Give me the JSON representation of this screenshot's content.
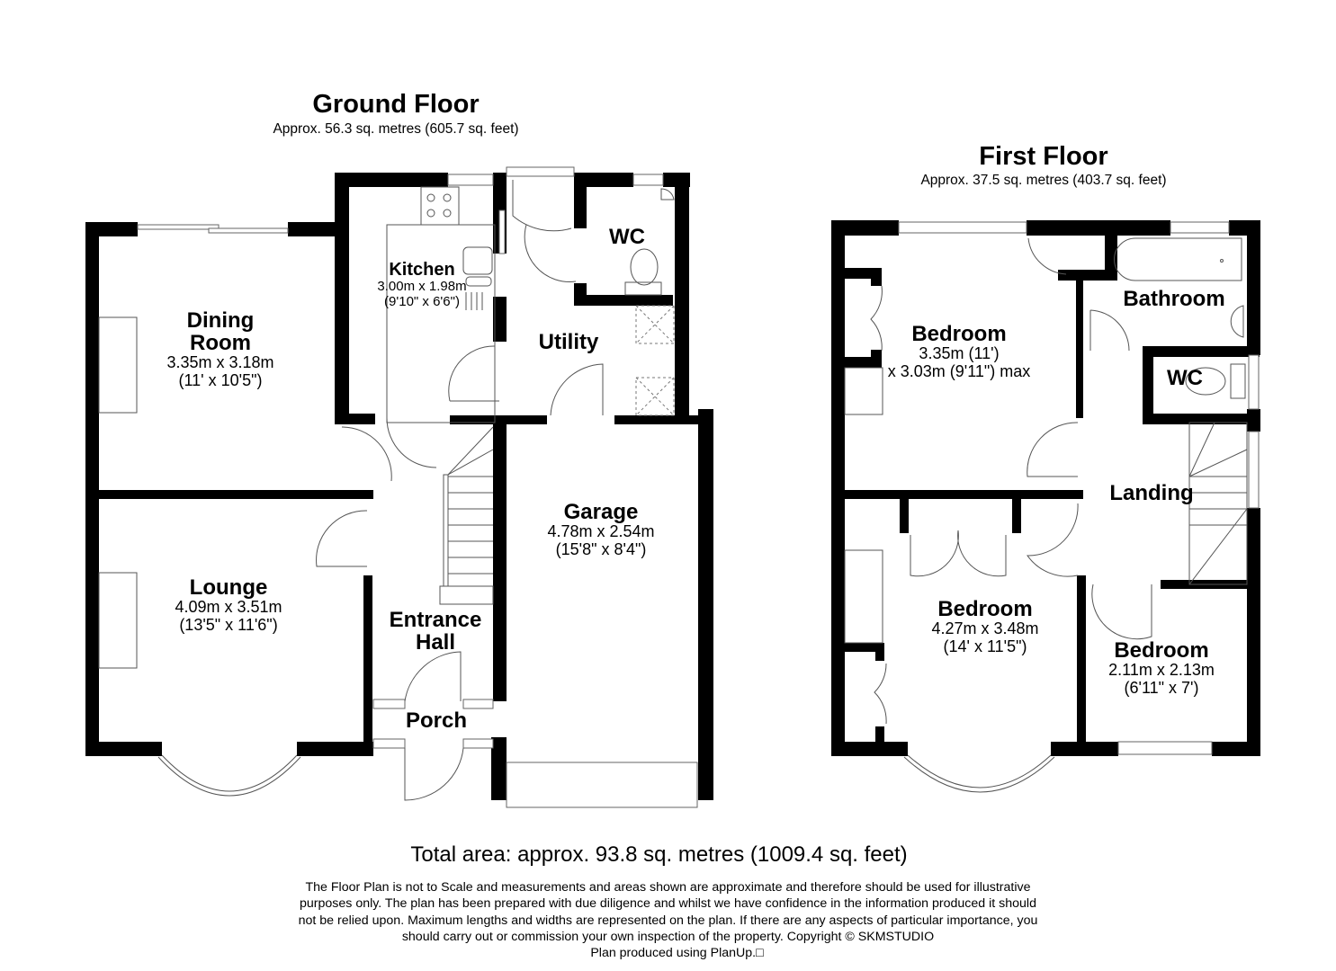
{
  "ground_floor": {
    "title": "Ground Floor",
    "area": "Approx. 56.3 sq. metres (605.7 sq. feet)",
    "rooms": [
      {
        "name": "Dining",
        "name2": "Room",
        "dim_metric": "3.35m x 3.18m",
        "dim_imperial": "(11' x 10'5\")"
      },
      {
        "name": "Kitchen",
        "dim_metric": "3.00m x 1.98m",
        "dim_imperial": "(9'10\" x 6'6\")"
      },
      {
        "name": "WC"
      },
      {
        "name": "Utility"
      },
      {
        "name": "Lounge",
        "dim_metric": "4.09m x 3.51m",
        "dim_imperial": "(13'5\" x 11'6\")"
      },
      {
        "name": "Entrance",
        "name2": "Hall"
      },
      {
        "name": "Porch"
      },
      {
        "name": "Garage",
        "dim_metric": "4.78m x 2.54m",
        "dim_imperial": "(15'8\" x 8'4\")"
      }
    ]
  },
  "first_floor": {
    "title": "First Floor",
    "area": "Approx. 37.5 sq. metres (403.7 sq. feet)",
    "rooms": [
      {
        "name": "Bedroom",
        "dim_metric": "3.35m (11')",
        "dim_imperial": "x 3.03m (9'11\") max"
      },
      {
        "name": "Bathroom"
      },
      {
        "name": "WC"
      },
      {
        "name": "Landing"
      },
      {
        "name": "Bedroom",
        "dim_metric": "4.27m x 3.48m",
        "dim_imperial": "(14' x 11'5\")"
      },
      {
        "name": "Bedroom",
        "dim_metric": "2.11m x 2.13m",
        "dim_imperial": "(6'11\" x 7')"
      }
    ]
  },
  "footer": {
    "total_area": "Total area: approx. 93.8 sq. metres (1009.4 sq. feet)",
    "disclaimer_lines": [
      "The Floor Plan is not to Scale and measurements and areas shown are approximate and therefore should be used for illustrative",
      "purposes only. The plan has been prepared with due diligence and whilst we have confidence in the information produced it should",
      "not be relied upon. Maximum lengths and widths are represented on the plan. If there are any aspects of particular importance, you",
      "should carry out or commission your own inspection of the property. Copyright © SKMSTUDIO",
      "Plan produced using PlanUp.□"
    ]
  }
}
